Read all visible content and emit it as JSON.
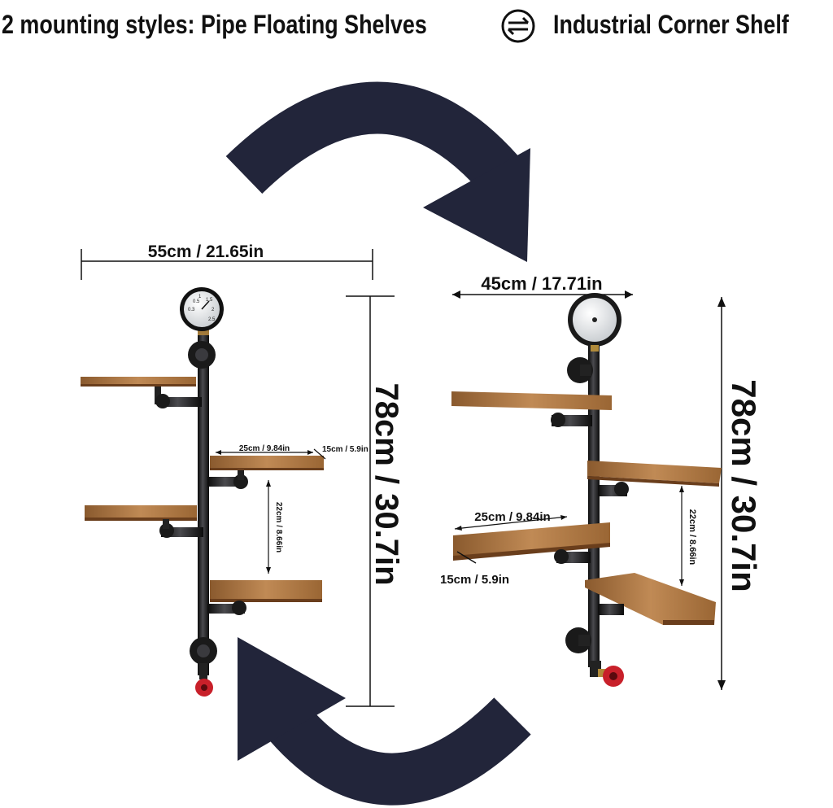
{
  "header": {
    "left_text": "2 mounting styles:  Pipe Floating Shelves",
    "swap_icon": "swap-arrows-icon",
    "right_text": "Industrial Corner Shelf"
  },
  "colors": {
    "arrow": "#22253a",
    "wood_top": "#b9824c",
    "wood_edge": "#7a4a24",
    "pipe": "#1d1d1f",
    "valve": "#c8202a"
  },
  "left_product": {
    "width_label": "55cm / 21.65in",
    "height_label": "78cm / 30.7in",
    "shelf_length_label": "25cm / 9.84in",
    "shelf_depth_label": "15cm / 5.9in",
    "shelf_gap_label": "22cm / 8.66in",
    "gauge_numbers": [
      "0.5",
      "1.5",
      "1",
      "2",
      "0.3",
      "2.5"
    ]
  },
  "right_product": {
    "width_label": "45cm / 17.71in",
    "height_label": "78cm / 30.7in",
    "shelf_length_label": "25cm / 9.84in",
    "shelf_depth_label": "15cm / 5.9in",
    "shelf_gap_label": "22cm / 8.66in"
  }
}
